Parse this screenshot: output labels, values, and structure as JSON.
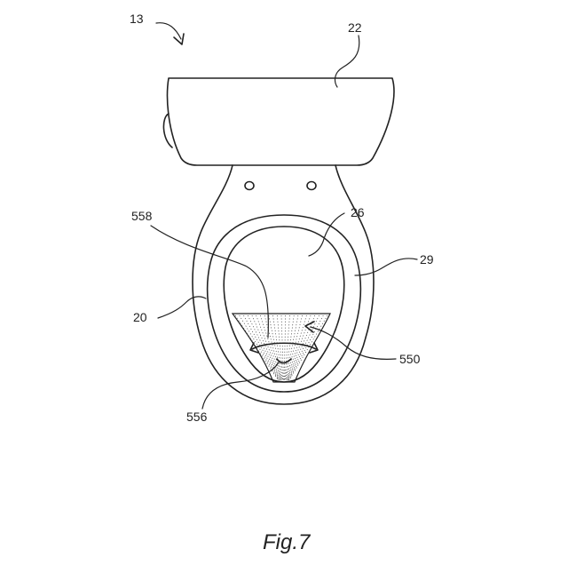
{
  "figure": {
    "caption": "Fig.7",
    "labels": {
      "l13": "13",
      "l22": "22",
      "l26": "26",
      "l29": "29",
      "l20": "20",
      "l558": "558",
      "l550": "550",
      "l556": "556"
    }
  }
}
